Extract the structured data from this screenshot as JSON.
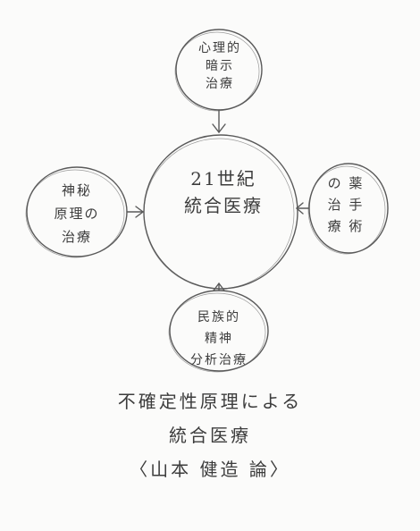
{
  "diagram": {
    "center": "21世紀\n統合医療",
    "top": "心理的\n暗示\n治療",
    "left": "神秘\n原理の\n治療",
    "right": "の 薬\n治 手\n療 術",
    "bottom": "民族的\n精神\n分析治療",
    "caption": "不確定性原理による\n統合医療\n〈山本 健造 論〉"
  }
}
